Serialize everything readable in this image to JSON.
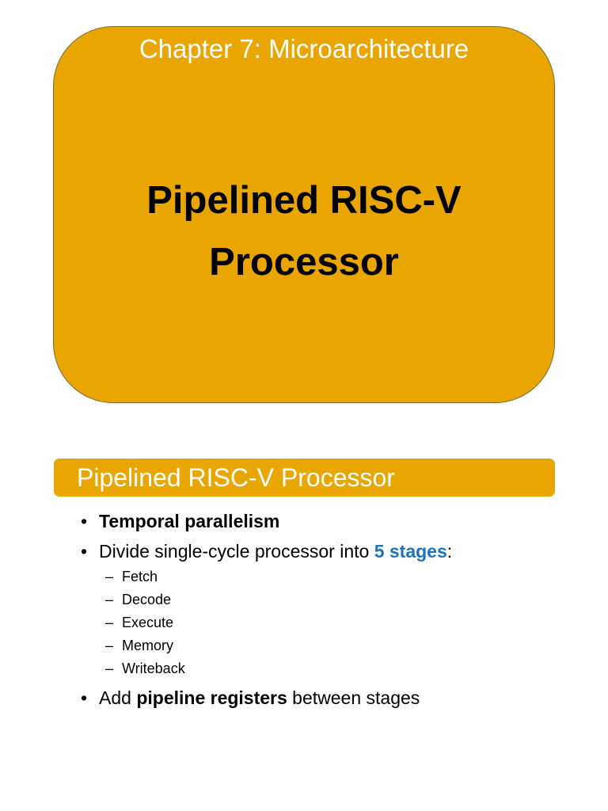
{
  "title_card": {
    "chapter": "Chapter 7: Microarchitecture",
    "title_line1": "Pipelined RISC-V",
    "title_line2": "Processor"
  },
  "section": {
    "title": "Pipelined RISC-V Processor"
  },
  "bullets": {
    "b1": "Temporal parallelism",
    "b2_prefix": "Divide single-cycle processor into ",
    "b2_emphasis": "5 stages",
    "b2_suffix": ":",
    "stages": [
      "Fetch",
      "Decode",
      "Execute",
      "Memory",
      "Writeback"
    ],
    "b3_prefix": "Add ",
    "b3_emphasis": "pipeline registers",
    "b3_suffix": " between stages"
  },
  "colors": {
    "accent": "#eaa600",
    "emphasis_blue": "#1b75bc"
  }
}
